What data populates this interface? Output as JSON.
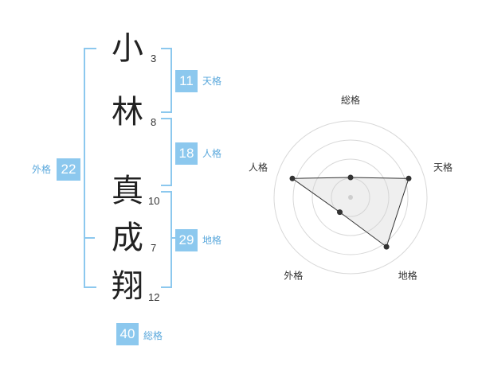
{
  "name": {
    "chars": [
      {
        "char": "小",
        "strokes": "3"
      },
      {
        "char": "林",
        "strokes": "8"
      },
      {
        "char": "真",
        "strokes": "10"
      },
      {
        "char": "成",
        "strokes": "7"
      },
      {
        "char": "翔",
        "strokes": "12"
      }
    ]
  },
  "fortunes": {
    "tenkaku": {
      "value": "11",
      "label": "天格"
    },
    "jinkaku": {
      "value": "18",
      "label": "人格"
    },
    "chikaku": {
      "value": "29",
      "label": "地格"
    },
    "gaikaku": {
      "value": "22",
      "label": "外格"
    },
    "soukaku": {
      "value": "40",
      "label": "総格"
    }
  },
  "colors": {
    "accent": "#8cc8ee",
    "accent_text": "#5aa8dc"
  },
  "chart_data": {
    "type": "radar",
    "axes": [
      "総格",
      "天格",
      "地格",
      "外格",
      "人格"
    ],
    "values": [
      0.26,
      0.8,
      0.8,
      0.24,
      0.8
    ],
    "range": [
      0,
      1
    ],
    "rings": 4
  }
}
